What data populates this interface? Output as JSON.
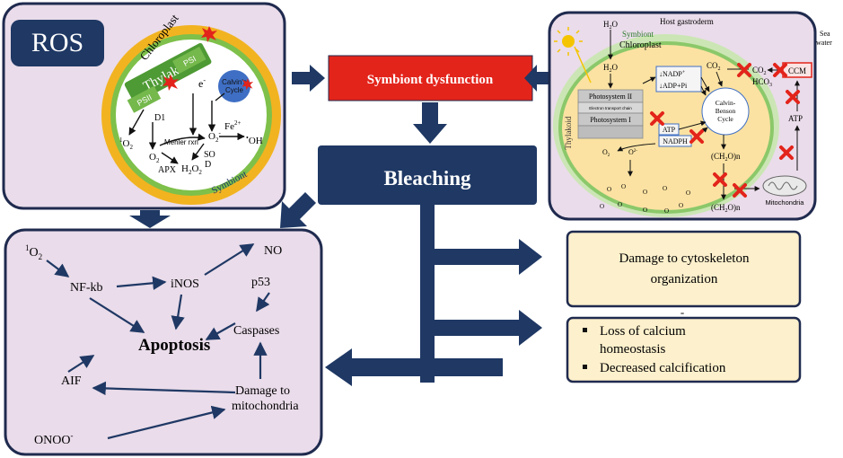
{
  "ros_panel": {
    "title": "ROS",
    "chloroplast": "Chloroplast",
    "thylakoid": "Thylakoid",
    "psii": "PSII",
    "psi": "PSI",
    "calvins_cycle_l1": "Calvin's",
    "calvins_cycle_l2": "Cycle",
    "d1": "D1",
    "electron": "e",
    "electron_sup": "-",
    "singlet_o2": "O",
    "singlet_sup": "1",
    "singlet_sub": "2",
    "o2": "O",
    "o2_sub": "2",
    "mehler": "Mehler rxn",
    "superoxide": "O",
    "superoxide_sub": "2",
    "superoxide_sup": "-",
    "fe": "Fe",
    "fe_sup": "2+",
    "oh": "OH",
    "oh_sup": "•",
    "so": "SO",
    "d": "D",
    "apx": "APX",
    "h2o2": "H",
    "h2o2_mid": "O",
    "symbiont": "Symbiont"
  },
  "center": {
    "symbiont_dysfunction": "Symbiont dysfunction",
    "bleaching": "Bleaching"
  },
  "host_panel": {
    "h2o": "H",
    "h2o_tail": "O",
    "h2o_sub": "2",
    "host_gastroderm": "Host gastroderm",
    "symbiont": "Symbiont",
    "chloroplast": "Chloroplast",
    "sea_water_l1": "Sea",
    "sea_water_l2": "water",
    "thylakoid": "Thylakoid",
    "photosystem_ii": "Photosystem II",
    "electron_transport_chain": "Electron transport chain",
    "photosystem_i": "Photosystem I",
    "nadp": "NADP",
    "nadp_sup": "+",
    "adp": "ADP+Pi",
    "atp_box": "ATP",
    "nadph": "NADPH",
    "co2": "CO",
    "co2_sub": "2",
    "co2_out": "CO",
    "hco3": "HCO",
    "hco3_sub": "3",
    "ccm": "CCM",
    "calvin_l1": "Calvin-",
    "calvin_l2": "Benson",
    "calvin_l3": "Cycle",
    "atp": "ATP",
    "ch2o_1": "(CH",
    "ch2o_1b": "O)n",
    "ch2o_2": "(CH",
    "ch2o_2b": "O)n",
    "mitochondria": "Mitochondria",
    "o2": "O",
    "o2_sub": "2",
    "o2_minus": "O",
    "o2_minus_sup": "2-"
  },
  "apoptosis_panel": {
    "singlet": "O",
    "singlet_sup": "1",
    "singlet_sub": "2",
    "nfkb": "NF-kb",
    "inos": "iNOS",
    "no": "NO",
    "p53": "p53",
    "caspases": "Caspases",
    "apoptosis": "Apoptosis",
    "aif": "AIF",
    "damage_l1": "Damage to",
    "damage_l2": "mitochondria",
    "onoo": "ONOO",
    "onoo_sup": "-"
  },
  "effects": {
    "cytoskeleton_l1": "Damage to cytoskeleton",
    "cytoskeleton_l2": "organization",
    "dash": "-",
    "calcium_l1": "Loss of calcium",
    "calcium_l2": "homeostasis",
    "calcification": "Decreased calcification"
  },
  "colors": {
    "panel_fill": "#eadcea",
    "panel_border": "#1f2a4e",
    "navy": "#1f3864",
    "red_box": "#e3241b",
    "effect_fill": "#fdf0cc",
    "symbiont_ring": "#f2b320",
    "chloroplast_green": "#7ec04a",
    "cell_inner": "#fbe2a2"
  }
}
